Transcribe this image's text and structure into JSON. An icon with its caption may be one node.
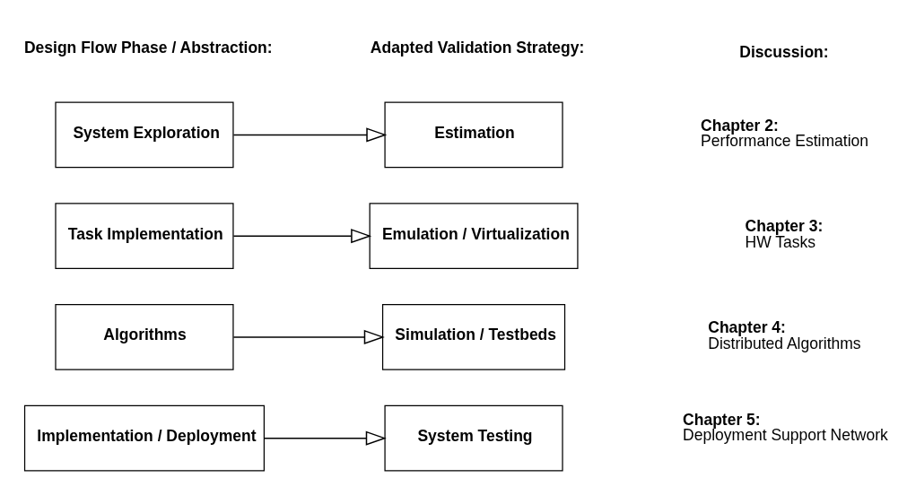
{
  "diagram": {
    "nodes": [
      {
        "text": [
          "System Exploration"
        ]
      },
      {
        "text": [
          "Estimation"
        ]
      },
      {
        "text": [
          "Task Implementation"
        ]
      },
      {
        "text": [
          "Emulation / Virtualization"
        ]
      },
      {
        "text": [
          "Algorithms"
        ]
      },
      {
        "text": [
          "Simulation / Testbeds"
        ]
      },
      {
        "text": [
          "Implementation / Deployment"
        ]
      },
      {
        "text": [
          "System Testing"
        ]
      }
    ],
    "edges": [
      {
        "from": 0,
        "to": 1,
        "arrow": "to"
      },
      {
        "from": 2,
        "to": 3,
        "arrow": "to"
      },
      {
        "from": 4,
        "to": 5,
        "arrow": "to"
      },
      {
        "from": 6,
        "to": 7,
        "arrow": "to"
      }
    ],
    "labels": [
      "Design Flow Phase / Abstraction:",
      "Adapted Validation Strategy:",
      "Discussion:",
      "Chapter 2:",
      "Performance Estimation",
      "Chapter 3:",
      "HW Tasks",
      "Chapter 4:",
      "Distributed Algorithms",
      "Chapter 5:",
      "Deployment Support Network"
    ]
  }
}
